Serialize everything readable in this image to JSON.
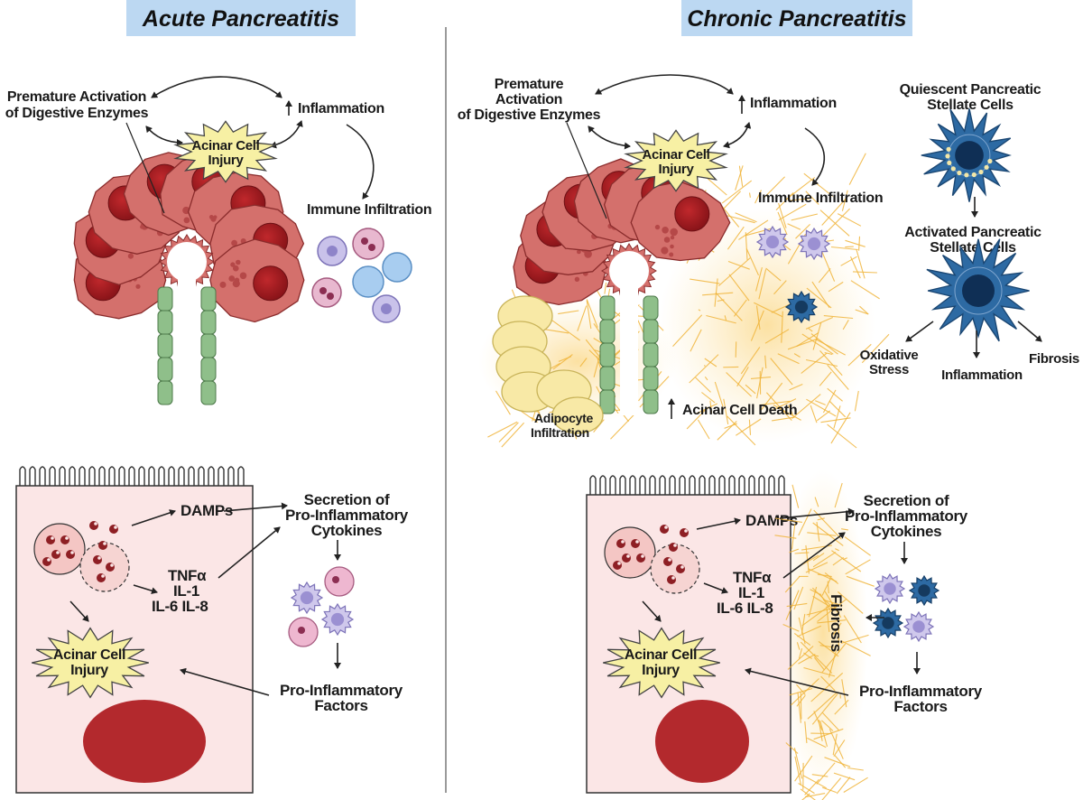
{
  "panels": {
    "acute": {
      "title": "Acute Pancreatitis",
      "premature_1": "Premature Activation",
      "premature_2": "of Digestive Enzymes",
      "inflammation": "Inflammation",
      "acinar_injury_1": "Acinar Cell",
      "acinar_injury_2": "Injury",
      "immune_infiltration": "Immune Infiltration",
      "damps": "DAMPs",
      "secretion_1": "Secretion of",
      "secretion_2": "Pro-Inflammatory",
      "secretion_3": "Cytokines",
      "tnf": "TNFα",
      "il1": "IL-1",
      "il68": "IL-6  IL-8",
      "cell_injury_1": "Acinar Cell",
      "cell_injury_2": "Injury",
      "factors_1": "Pro-Inflammatory",
      "factors_2": "Factors"
    },
    "chronic": {
      "title": "Chronic Pancreatitis",
      "premature_1": "Premature",
      "premature_2": "Activation",
      "premature_3": "of Digestive Enzymes",
      "inflammation": "Inflammation",
      "acinar_injury_1": "Acinar Cell",
      "acinar_injury_2": "Injury",
      "immune_infiltration": "Immune Infiltration",
      "quiescent_1": "Quiescent Pancreatic",
      "quiescent_2": "Stellate Cells",
      "activated_1": "Activated Pancreatic",
      "activated_2": "Stellate Cells",
      "oxidative_1": "Oxidative",
      "oxidative_2": "Stress",
      "stellate_inflammation": "Inflammation",
      "stellate_fibrosis": "Fibrosis",
      "adipocyte_1": "Adipocyte",
      "adipocyte_2": "Infiltration",
      "acinar_death": "Acinar Cell Death",
      "damps": "DAMPs",
      "secretion_1": "Secretion of",
      "secretion_2": "Pro-Inflammatory",
      "secretion_3": "Cytokines",
      "tnf": "TNFα",
      "il1": "IL-1",
      "il68": "IL-6  IL-8",
      "fibrosis_vertical": "Fibrosis",
      "cell_injury_1": "Acinar Cell",
      "cell_injury_2": "Injury",
      "factors_1": "Pro-Inflammatory",
      "factors_2": "Factors"
    }
  },
  "colors": {
    "title_bg": "#bcd8f2",
    "acinar": "#d4706c",
    "acinar_dark": "#a93a3a",
    "nucleus": "#a11f24",
    "duct": "#8fbf8a",
    "cell_pink": "#fbe6e6",
    "star": "#f7f0a4",
    "fibrosis": "#f0b43a",
    "stellate": "#2d6aa3",
    "adipocyte": "#f8e9a6"
  }
}
